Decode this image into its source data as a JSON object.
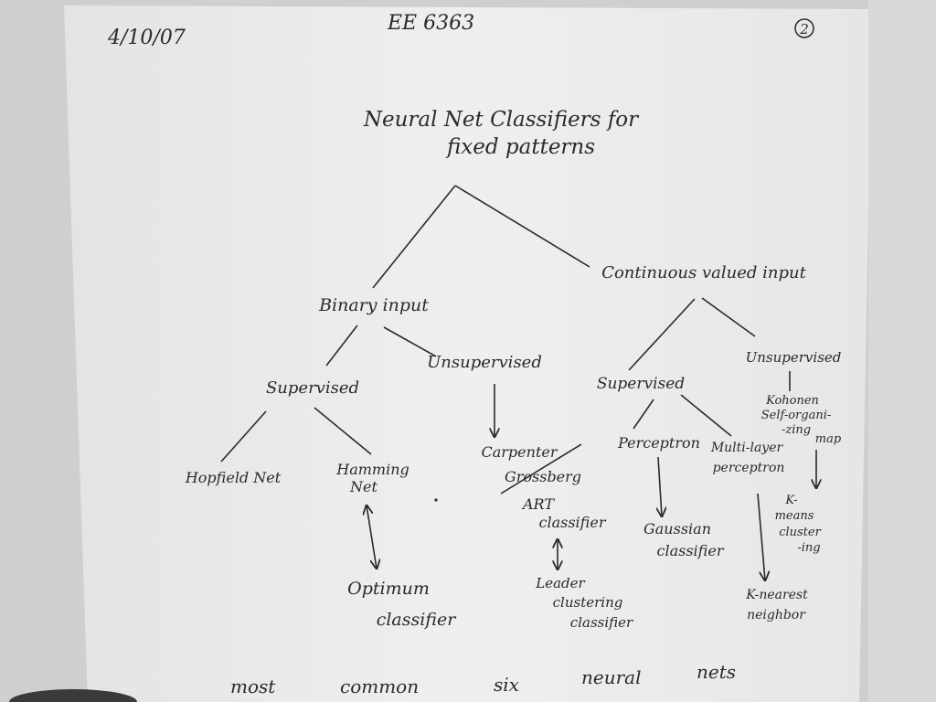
{
  "header": {
    "date": "4/10/07",
    "course": "EE 6363",
    "page_number": "2"
  },
  "title": {
    "line1": "Neural Net Classifiers for",
    "line2": "fixed patterns"
  },
  "tree": {
    "binary": "Binary input",
    "continuous": "Continuous valued input",
    "binary_supervised": "Supervised",
    "binary_unsupervised": "Unsupervised",
    "cont_supervised": "Supervised",
    "cont_unsupervised": "Unsupervised",
    "hopfield": "Hopfield Net",
    "hamming_1": "Hamming",
    "hamming_2": "Net",
    "carpenter_1": "Carpenter",
    "carpenter_2": "Grossberg",
    "art_1": "ART",
    "art_2": "classifier",
    "perceptron": "Perceptron",
    "multilayer_1": "Multi-layer",
    "multilayer_2": "perceptron",
    "kohonen_1": "Kohonen",
    "kohonen_2": "Self-organi-",
    "kohonen_3": "-zing",
    "kohonen_4": "map",
    "optimum_1": "Optimum",
    "optimum_2": "classifier",
    "leader_1": "Leader",
    "leader_2": "clustering",
    "leader_3": "classifier",
    "gaussian_1": "Gaussian",
    "gaussian_2": "classifier",
    "knearest_1": "K-nearest",
    "knearest_2": "neighbor",
    "kmeans_1": "K-",
    "kmeans_2": "means",
    "kmeans_3": "cluster",
    "kmeans_4": "-ing"
  },
  "footer": {
    "w1": "most",
    "w2": "common",
    "w3": "six",
    "w4": "neural",
    "w5": "nets"
  },
  "colors": {
    "paper": "#ececec",
    "ink": "#2a2a2a",
    "background": "#cdcdcd"
  }
}
